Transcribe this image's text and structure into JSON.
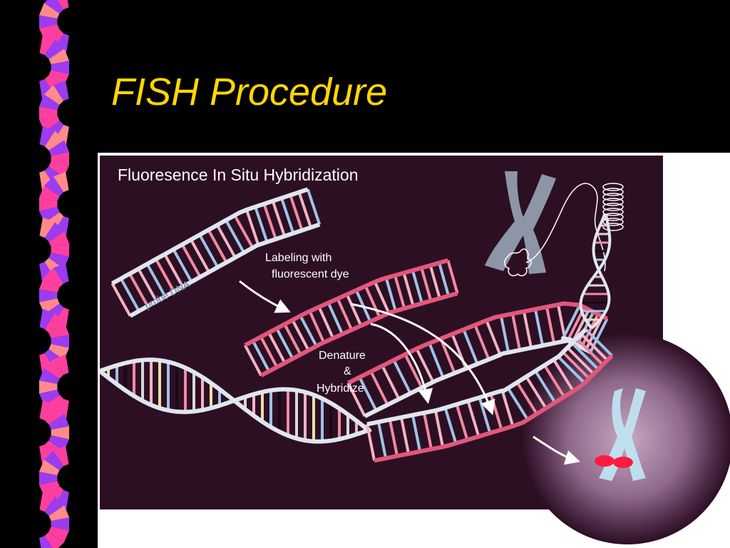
{
  "slide": {
    "title": "FISH Procedure"
  },
  "figure": {
    "title": "Fluoresence In Situ Hybridization",
    "probe_label": "probe DNA",
    "step1_line1": "Labeling with",
    "step1_line2": "fluorescent dye",
    "step2_line1": "Denature",
    "step2_line2": "&",
    "step2_line3": "Hybridize"
  },
  "colors": {
    "title": "#ffd700",
    "panel": "#2d0f24",
    "strand": "#dfe6f0",
    "labeled_strand": "#e2577a",
    "signal": "#ff2d55",
    "border_pink": "#ff3fa0",
    "border_purple": "#9b3cf0",
    "border_salmon": "#ff8a8a"
  },
  "icons": [
    "dna-border-icon",
    "chromosome-icon",
    "nucleus-icon",
    "arrow-icon"
  ]
}
